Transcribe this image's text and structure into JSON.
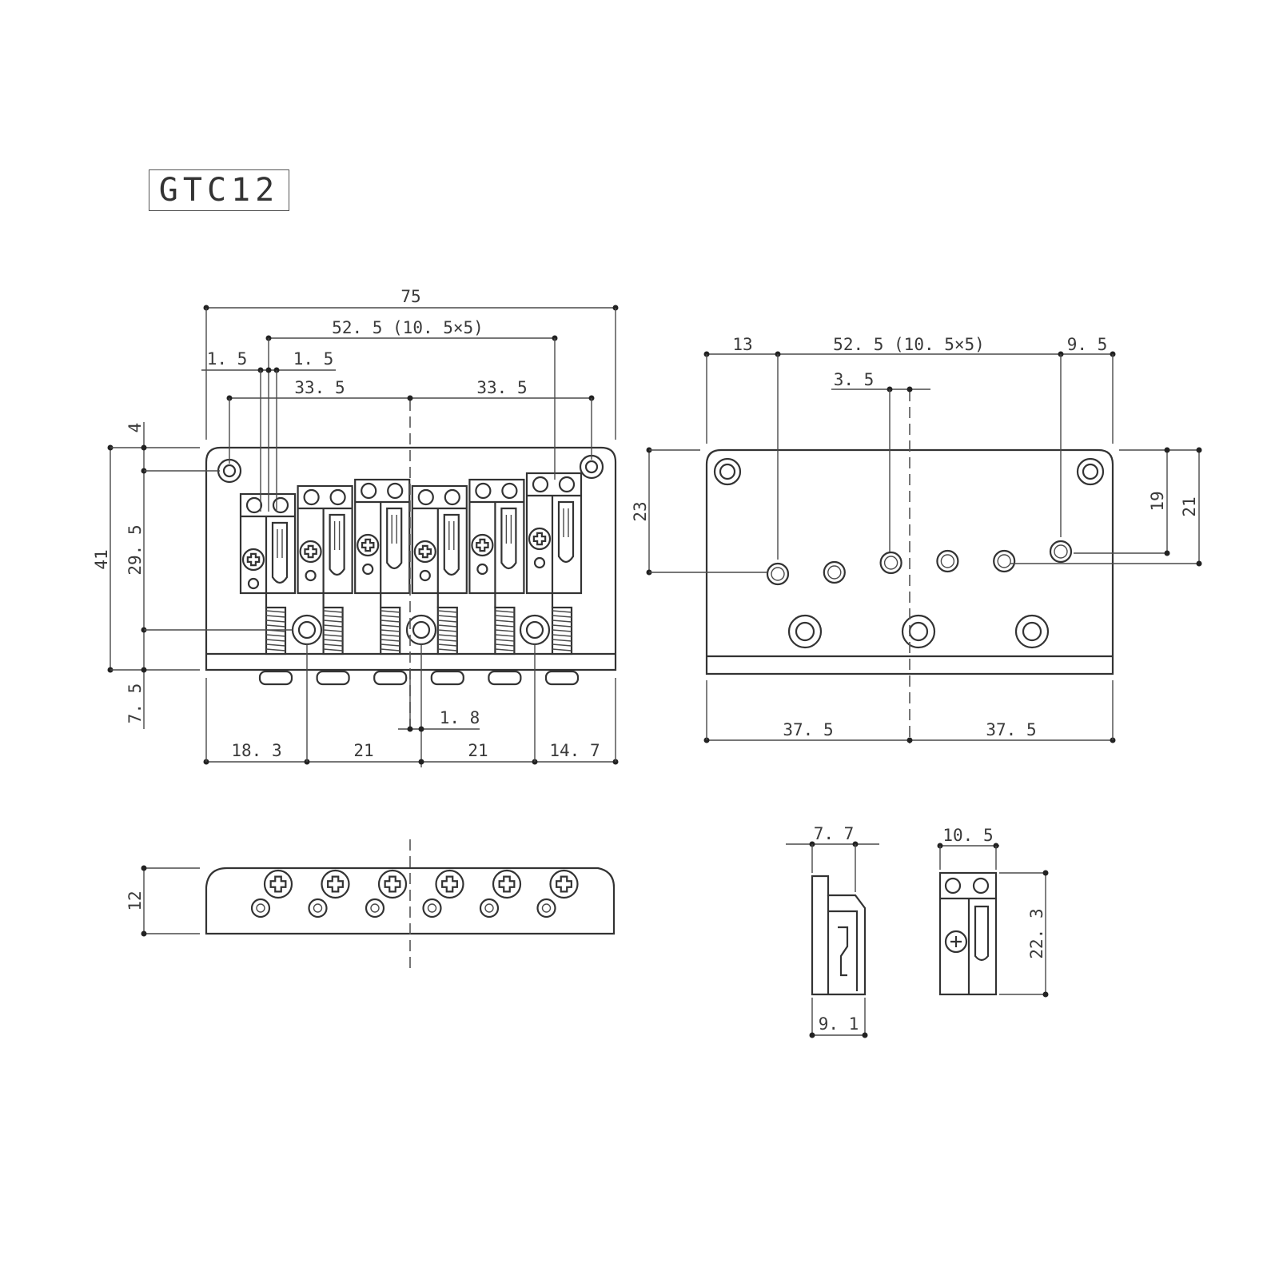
{
  "title": "GTC12",
  "dimensions": {
    "top_view": {
      "overall_width": "75",
      "string_spacing": "52. 5 (10. 5×5)",
      "offset_left": "1. 5",
      "offset_right": "1. 5",
      "mount_left": "33. 5",
      "mount_right": "33. 5",
      "top_offset": "4",
      "height_total": "41",
      "hole_vertical": "29. 5",
      "lip": "7. 5",
      "center_offset": "1. 8",
      "bottom_a": "18. 3",
      "bottom_b": "21",
      "bottom_c": "21",
      "bottom_d": "14. 7"
    },
    "bottom_view": {
      "left_margin": "13",
      "string_spacing": "52. 5 (10. 5×5)",
      "right_margin": "9. 5",
      "center_offset": "3. 5",
      "height_left": "23",
      "height_inner": "19",
      "height_outer": "21",
      "half_left": "37. 5",
      "half_right": "37. 5"
    },
    "front_view": {
      "height": "12"
    },
    "saddle_side": {
      "top": "7. 7",
      "bottom": "9. 1"
    },
    "saddle_front": {
      "width": "10. 5",
      "height": "22. 3"
    }
  }
}
